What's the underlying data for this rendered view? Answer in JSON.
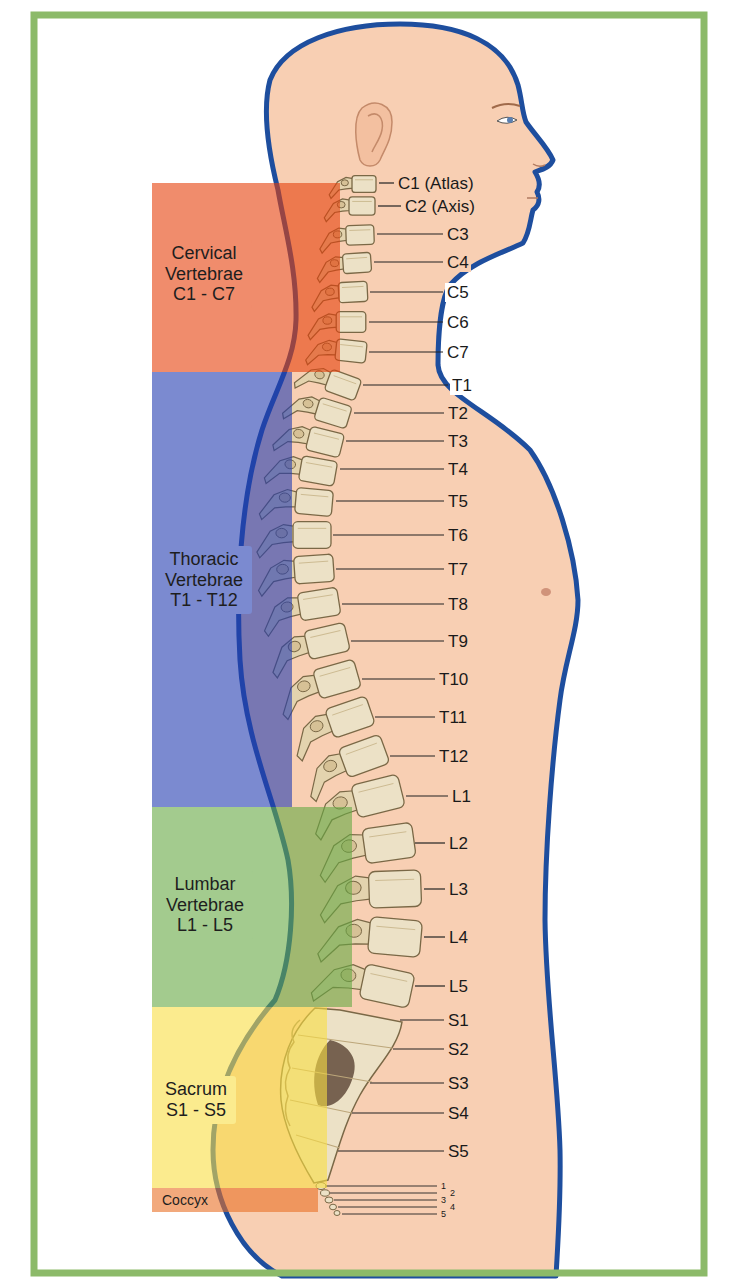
{
  "diagram": {
    "nodes": [
      {
        "text": [
          "Cervical Vertebrae C1 - C7"
        ]
      },
      {
        "text": [
          "Thoracic Vertebrae T1 - T12"
        ]
      },
      {
        "text": [
          "Lumbar Vertebrae L1 - L5"
        ]
      },
      {
        "text": [
          "Sacrum S1 - S5"
        ]
      },
      {
        "text": [
          "Coccyx"
        ]
      }
    ],
    "labels": [
      "C1 (Atlas)",
      "C2 (Axis)",
      "C3",
      "C4",
      "C5",
      "C6",
      "C7",
      "T1",
      "T2",
      "T3",
      "T4",
      "T5",
      "T6",
      "T7",
      "T8",
      "T9",
      "T10",
      "T11",
      "T12",
      "L1",
      "L2",
      "L3",
      "L4",
      "L5",
      "S1",
      "S2",
      "S3",
      "S4",
      "S5",
      "1",
      "2",
      "3",
      "4",
      "5"
    ]
  }
}
